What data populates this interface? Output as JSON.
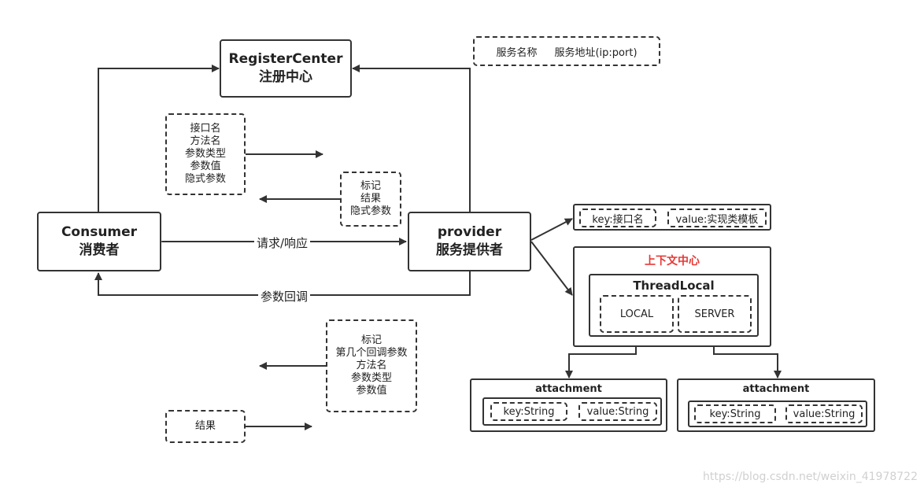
{
  "register": {
    "en": "RegisterCenter",
    "cn": "注册中心"
  },
  "consumer": {
    "en": "Consumer",
    "cn": "消费者"
  },
  "provider": {
    "en": "provider",
    "cn": "服务提供者"
  },
  "service_info": {
    "name": "服务名称",
    "addr": "服务地址(ip:port)"
  },
  "request_box": [
    "接口名",
    "方法名",
    "参数类型",
    "参数值",
    "隐式参数"
  ],
  "response_box": [
    "标记",
    "结果",
    "隐式参数"
  ],
  "callback_box": [
    "标记",
    "第几个回调参数",
    "方法名",
    "参数类型",
    "参数值"
  ],
  "result_box": "结果",
  "edges": {
    "req_resp": "请求/响应",
    "callback": "参数回调"
  },
  "map_box": {
    "key": "key:接口名",
    "value": "value:实现类模板"
  },
  "context": {
    "title": "上下文中心",
    "thread": "ThreadLocal",
    "local": "LOCAL",
    "server": "SERVER"
  },
  "attach_left": {
    "title": "attachment",
    "key": "key:String",
    "value": "value:String"
  },
  "attach_right": {
    "title": "attachment",
    "key": "key:String",
    "value": "value:String"
  },
  "watermark": "https://blog.csdn.net/weixin_41978722",
  "colors": {
    "stroke": "#333333",
    "accent_red": "#e53935",
    "watermark": "#d0d0d0"
  }
}
